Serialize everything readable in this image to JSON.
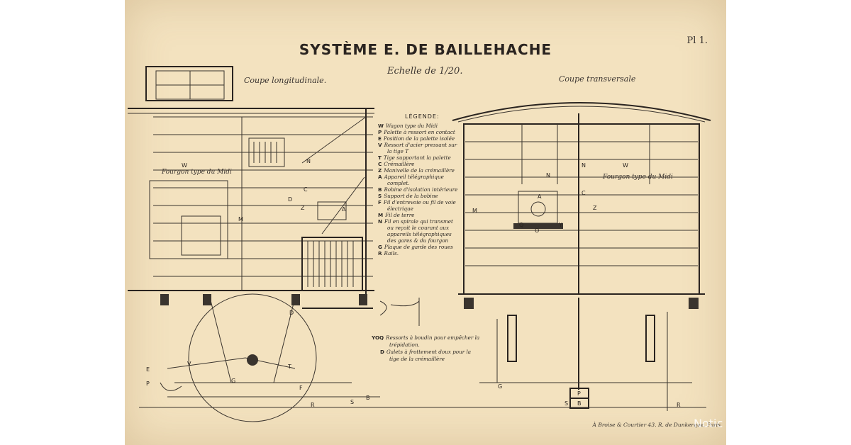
{
  "title": "SYSTÈME E. DE BAILLEHACHE",
  "plate": "Pl 1.",
  "scale": "Echelle de 1/20.",
  "views": {
    "longitudinal": "Coupe longitudinale.",
    "transversal": "Coupe transversale"
  },
  "car_label": "Fourgon type du Midi",
  "legend": {
    "heading": "LÉGENDE:",
    "items": [
      {
        "key": "W",
        "text": "Wagon type du Midi"
      },
      {
        "key": "P",
        "text": "Palette à ressort en contact"
      },
      {
        "key": "E",
        "text": "Position de la palette isolée"
      },
      {
        "key": "V",
        "text": "Ressort d'acier pressant sur"
      },
      {
        "key": "",
        "text": "la tige T"
      },
      {
        "key": "T",
        "text": "Tige supportant la palette"
      },
      {
        "key": "C",
        "text": "Crémaillère"
      },
      {
        "key": "Z",
        "text": "Manivelle de la crémaillère"
      },
      {
        "key": "A",
        "text": "Appareil télégraphique"
      },
      {
        "key": "",
        "text": "complet."
      },
      {
        "key": "B",
        "text": "Bobine d'isolation intérieure"
      },
      {
        "key": "S",
        "text": "Support de la bobine"
      },
      {
        "key": "F",
        "text": "Fil d'entrevoie ou fil de voie"
      },
      {
        "key": "",
        "text": "électrique"
      },
      {
        "key": "M",
        "text": "Fil de terre"
      },
      {
        "key": "N",
        "text": "Fil en spirale qui transmet"
      },
      {
        "key": "",
        "text": "ou reçoit le courant aux"
      },
      {
        "key": "",
        "text": "appareils télégraphiques"
      },
      {
        "key": "",
        "text": "des gares & du fourgon"
      },
      {
        "key": "G",
        "text": "Plaque de garde des roues"
      },
      {
        "key": "R",
        "text": "Rails."
      }
    ]
  },
  "notes": [
    {
      "key": "YOQ",
      "text": "Ressorts à boudin pour empêcher la"
    },
    {
      "key": "",
      "text": "trépidation."
    },
    {
      "key": "D",
      "text": "Galets à frottement doux pour la"
    },
    {
      "key": "",
      "text": "tige de la crémaillère"
    }
  ],
  "printer": "À Broise & Courtier 43. R. de Dunkerque, Paris",
  "watermark": "Notic"
}
